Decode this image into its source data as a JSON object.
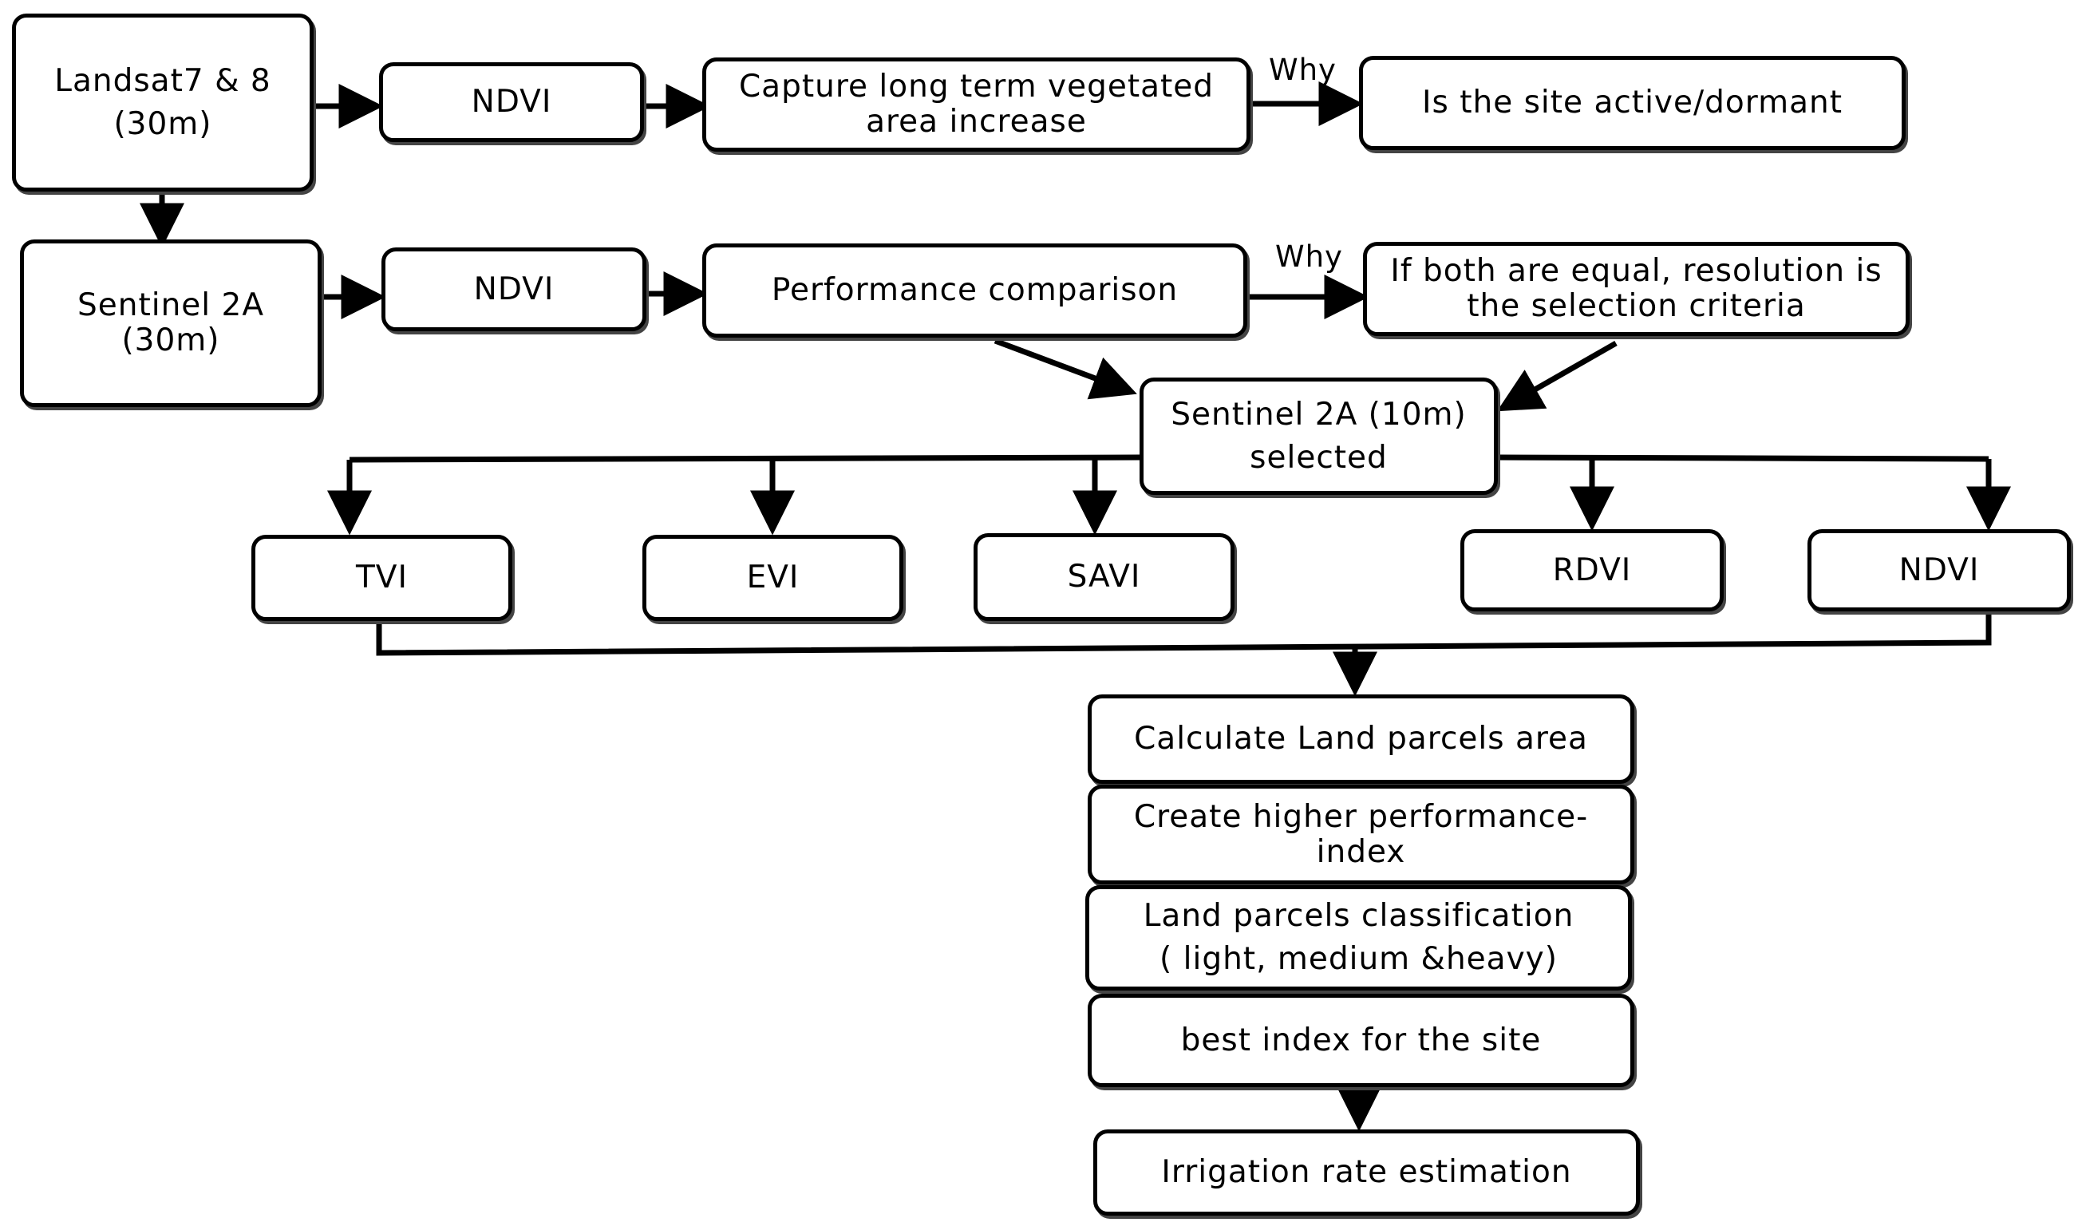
{
  "nodes": {
    "landsat": {
      "line1": "Landsat7 & 8",
      "line2": "(30m)"
    },
    "ndvi_top": {
      "text": "NDVI"
    },
    "capture": {
      "line1": "Capture long term vegetated",
      "line2": "area increase"
    },
    "active": {
      "text": "Is the site active/dormant"
    },
    "sentinel30": {
      "line1": "Sentinel 2A",
      "line2": "(30m)"
    },
    "ndvi_mid": {
      "text": "NDVI"
    },
    "performance": {
      "text": "Performance comparison"
    },
    "equal": {
      "line1": "If both are equal, resolution is",
      "line2": "the selection criteria"
    },
    "sentinel10": {
      "line1": "Sentinel 2A (10m)",
      "line2": "selected"
    },
    "tvi": {
      "text": "TVI"
    },
    "evi": {
      "text": "EVI"
    },
    "savi": {
      "text": "SAVI"
    },
    "rdvi": {
      "text": "RDVI"
    },
    "ndvi_low": {
      "text": "NDVI"
    },
    "calculate": {
      "text": "Calculate Land parcels area"
    },
    "create": {
      "line1": "Create higher performance-",
      "line2": "index"
    },
    "classification": {
      "line1": "Land parcels classification",
      "line2": "( light, medium &heavy)"
    },
    "best": {
      "text": "best index for the site"
    },
    "irrigation": {
      "text": "Irrigation rate estimation"
    }
  },
  "edge_labels": {
    "why_top": "Why",
    "why_mid": "Why"
  }
}
